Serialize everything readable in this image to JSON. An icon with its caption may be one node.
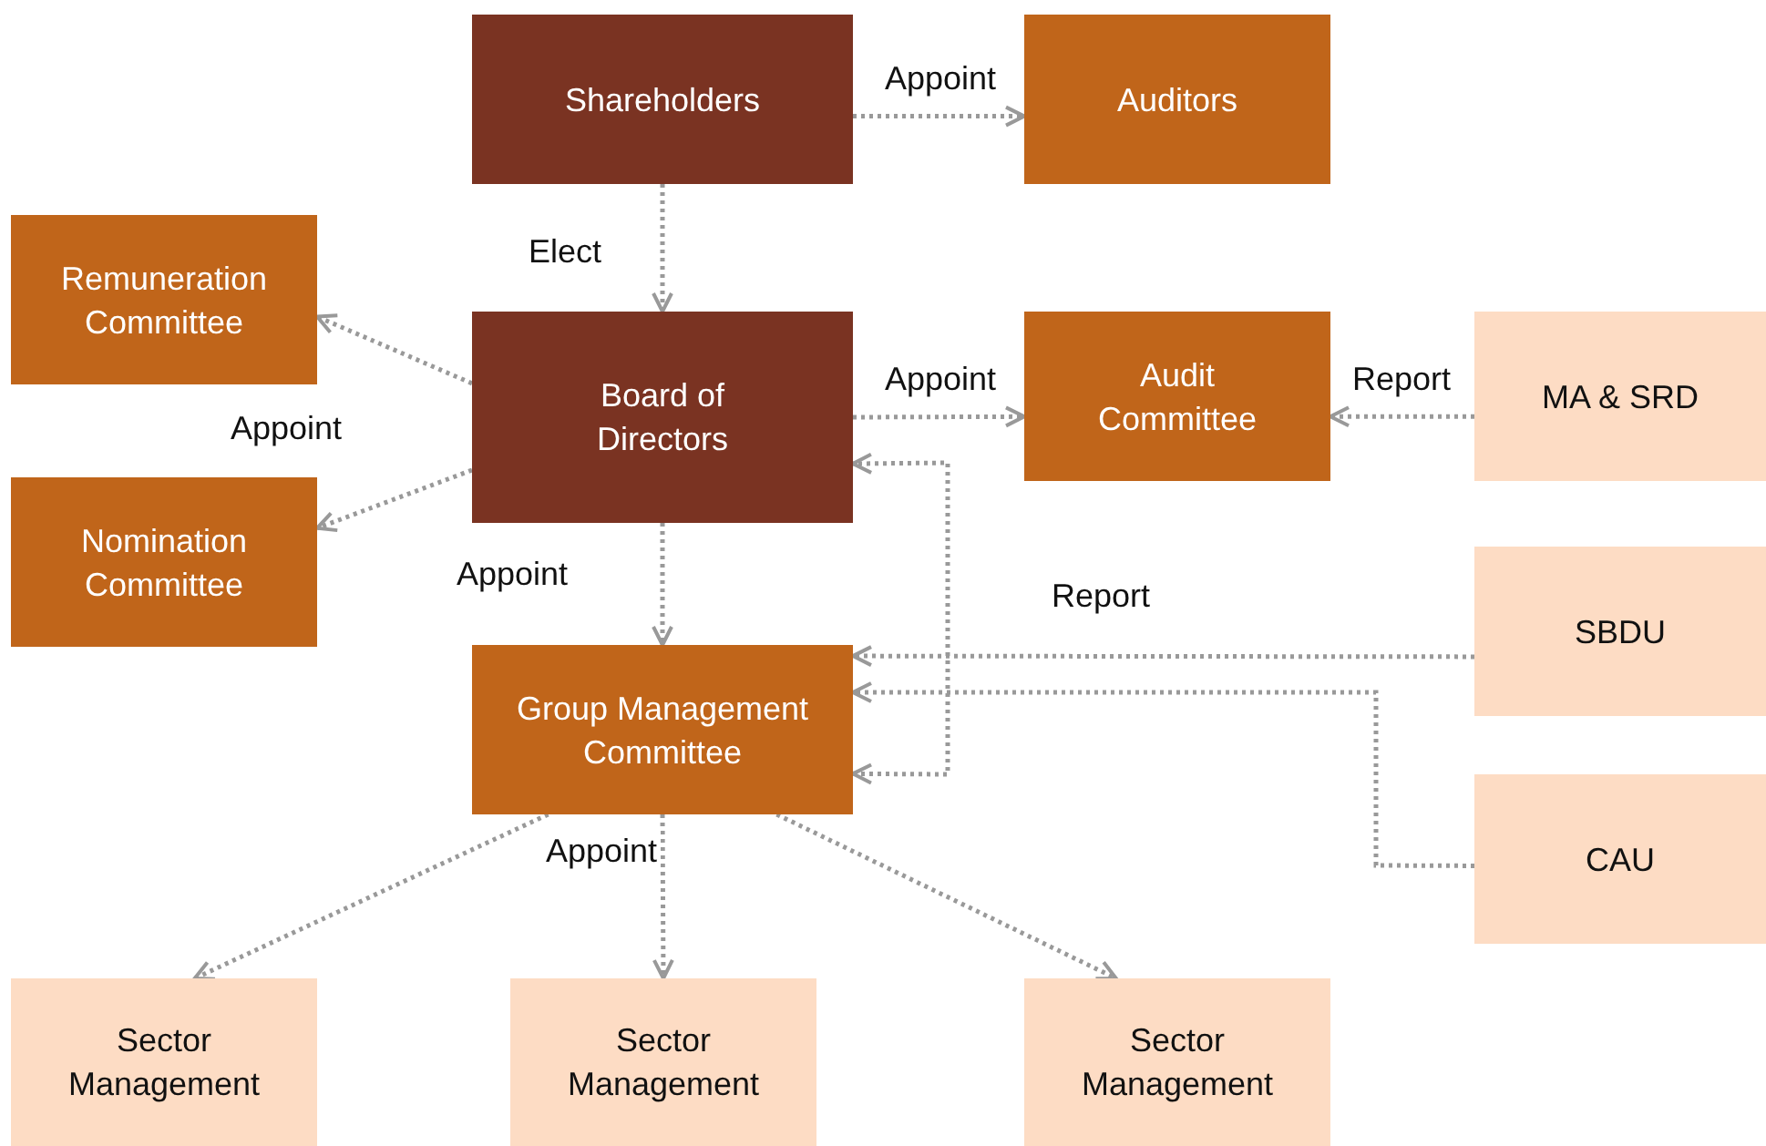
{
  "diagram": {
    "nodes": [
      {
        "text": [
          "Shareholders"
        ]
      },
      {
        "text": [
          "Auditors"
        ]
      },
      {
        "text": [
          "Remuneration Committee"
        ]
      },
      {
        "text": [
          "Board of Directors"
        ]
      },
      {
        "text": [
          "Audit Committee"
        ]
      },
      {
        "text": [
          "MA & SRD"
        ]
      },
      {
        "text": [
          "Nomination Committee"
        ]
      },
      {
        "text": [
          "SBDU"
        ]
      },
      {
        "text": [
          "Group Management Committee"
        ]
      },
      {
        "text": [
          "CAU"
        ]
      },
      {
        "text": [
          "Sector Management"
        ]
      },
      {
        "text": [
          "Sector Management"
        ]
      },
      {
        "text": [
          "Sector Management"
        ]
      }
    ],
    "edges": [
      {
        "from": 0,
        "to": 1,
        "arrow": "to",
        "label": "Appoint"
      },
      {
        "from": 0,
        "to": 3,
        "arrow": "to",
        "label": "Elect"
      },
      {
        "from": 3,
        "to": 2,
        "arrow": "to"
      },
      {
        "from": 3,
        "to": 6,
        "arrow": "to"
      },
      {
        "from": 3,
        "to": 4,
        "arrow": "to",
        "label": "Appoint"
      },
      {
        "from": 5,
        "to": 4,
        "arrow": "to",
        "label": "Report"
      },
      {
        "from": 3,
        "to": 8,
        "arrow": "to",
        "label": "Appoint"
      },
      {
        "from": 8,
        "to": 3,
        "arrow": "both"
      },
      {
        "from": 7,
        "to": 8,
        "arrow": "to",
        "label": "Report"
      },
      {
        "from": 9,
        "to": 8,
        "arrow": "to"
      },
      {
        "from": 8,
        "to": 10,
        "arrow": "to"
      },
      {
        "from": 8,
        "to": 11,
        "arrow": "to"
      },
      {
        "from": 8,
        "to": 12,
        "arrow": "to"
      }
    ],
    "labels": [
      "Appoint",
      "Appoint"
    ]
  }
}
